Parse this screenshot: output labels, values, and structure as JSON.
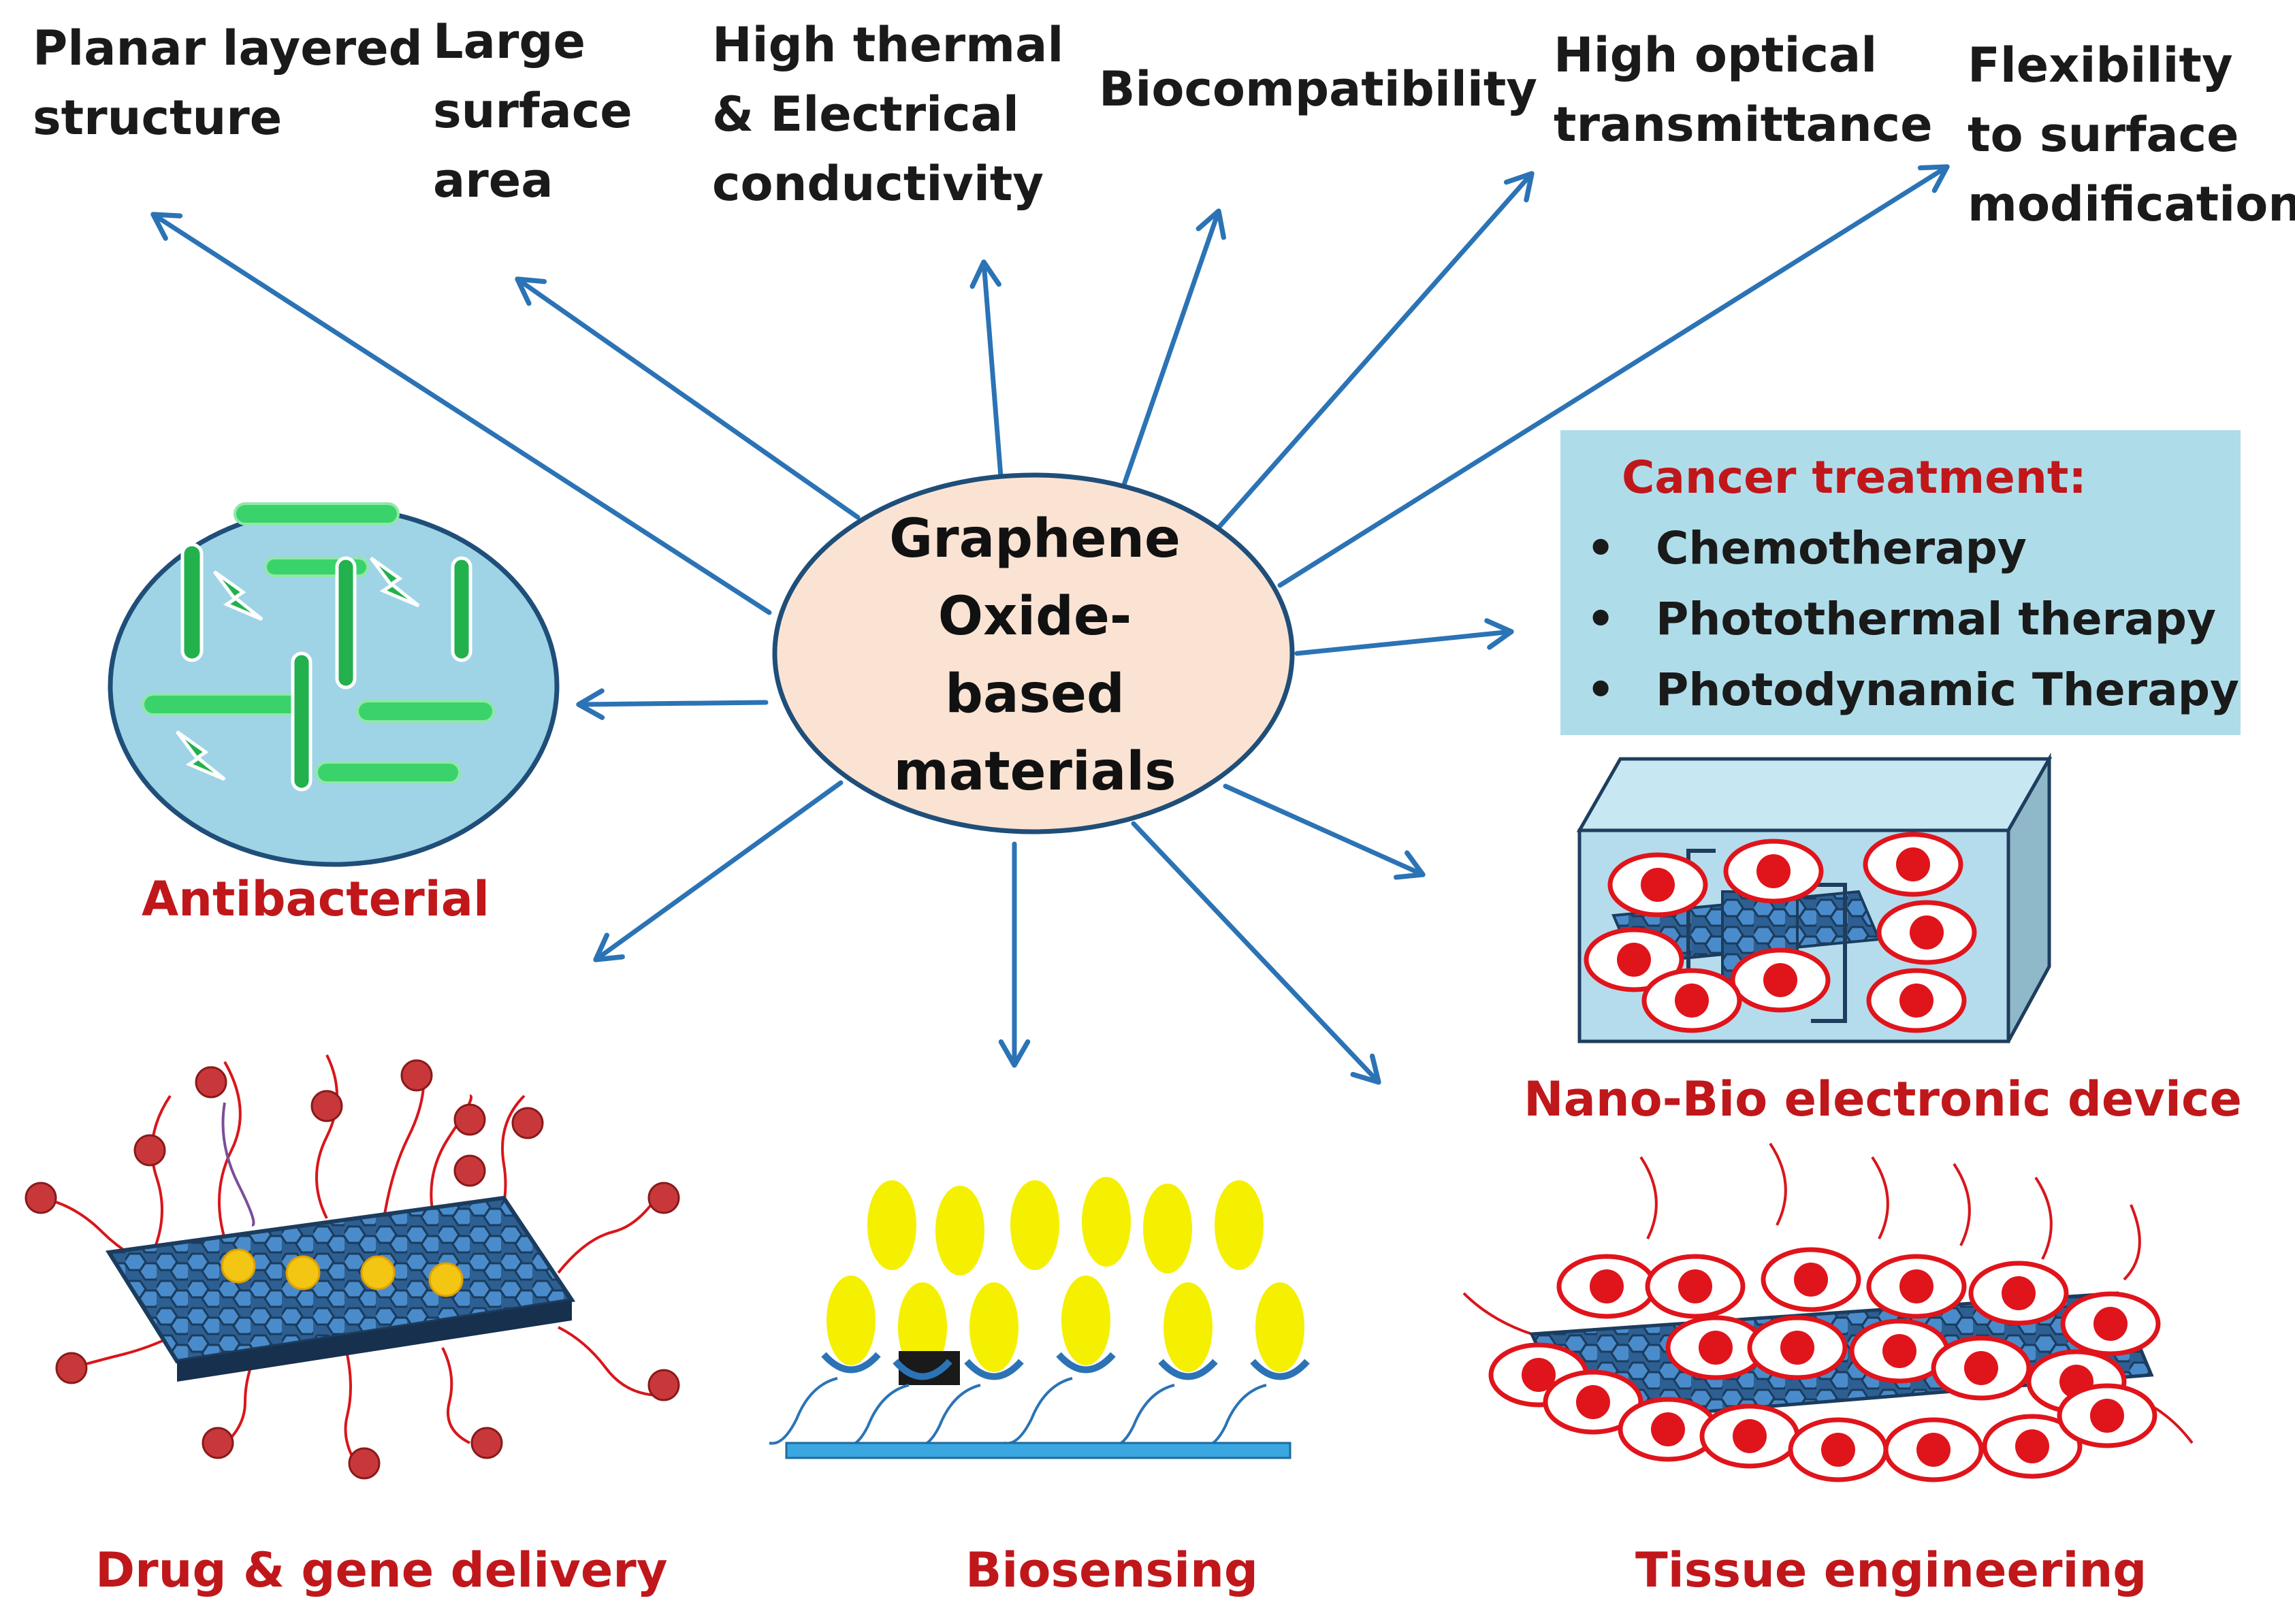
{
  "center": {
    "label": "Graphene\nOxide-\nbased\nmaterials"
  },
  "properties": [
    {
      "id": "planar",
      "text": "Planar layered\nstructure"
    },
    {
      "id": "surface",
      "text": "Large\nsurface\narea"
    },
    {
      "id": "thermal",
      "text": "High thermal\n& Electrical\nconductivity"
    },
    {
      "id": "biocompat",
      "text": "Biocompatibility"
    },
    {
      "id": "optical",
      "text": "High optical\ntransmittance"
    },
    {
      "id": "flex",
      "text": "Flexibility\nto surface\nmodification"
    }
  ],
  "applications": {
    "antibacterial": "Antibacterial",
    "drug": "Drug & gene delivery",
    "biosensing": "Biosensing",
    "tissue": "Tissue engineering",
    "nanobio": "Nano-Bio electronic device"
  },
  "cancer": {
    "title": "Cancer treatment:",
    "bullet": "•",
    "items": [
      "Chemotherapy",
      "Photothermal therapy",
      "Photodynamic Therapy"
    ]
  },
  "colors": {
    "arrow": "#2b73b5",
    "app_label": "#c0171b",
    "center_fill": "#fbe3d3",
    "center_stroke": "#1f4e79",
    "cancer_box": "#aedde9",
    "graphene": "#3a6fa3",
    "cell": "#e0141b",
    "antigen": "#f4f000",
    "bacteria": "#2bb84a"
  }
}
